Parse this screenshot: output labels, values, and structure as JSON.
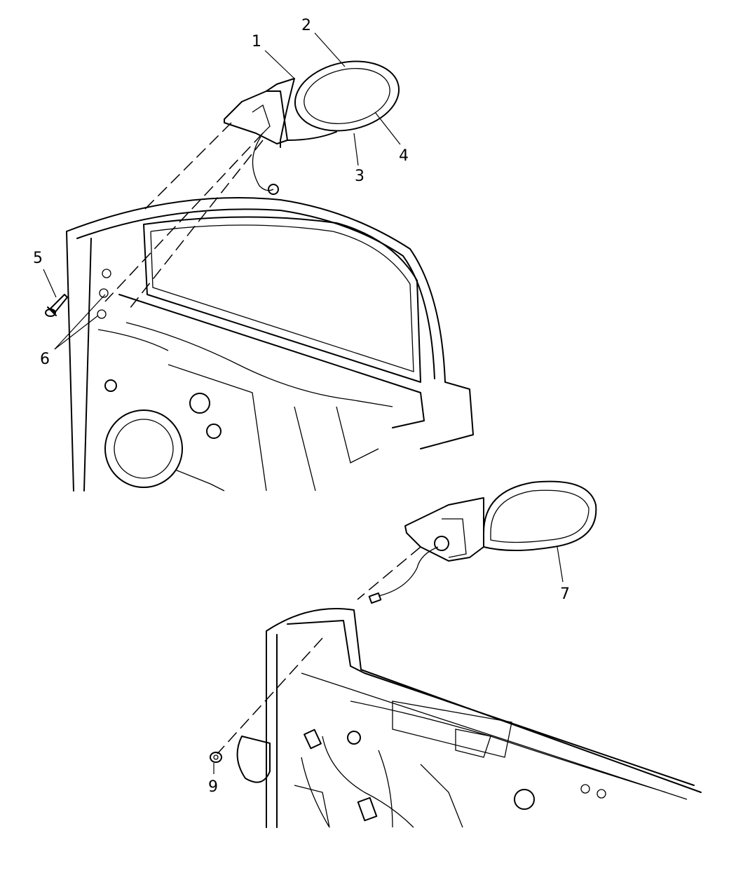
{
  "callouts": {
    "c1": "1",
    "c2": "2",
    "c3": "3",
    "c4": "4",
    "c5": "5",
    "c6": "6",
    "c7": "7",
    "c9": "9"
  },
  "colors": {
    "line": "#000000",
    "background": "#ffffff"
  }
}
